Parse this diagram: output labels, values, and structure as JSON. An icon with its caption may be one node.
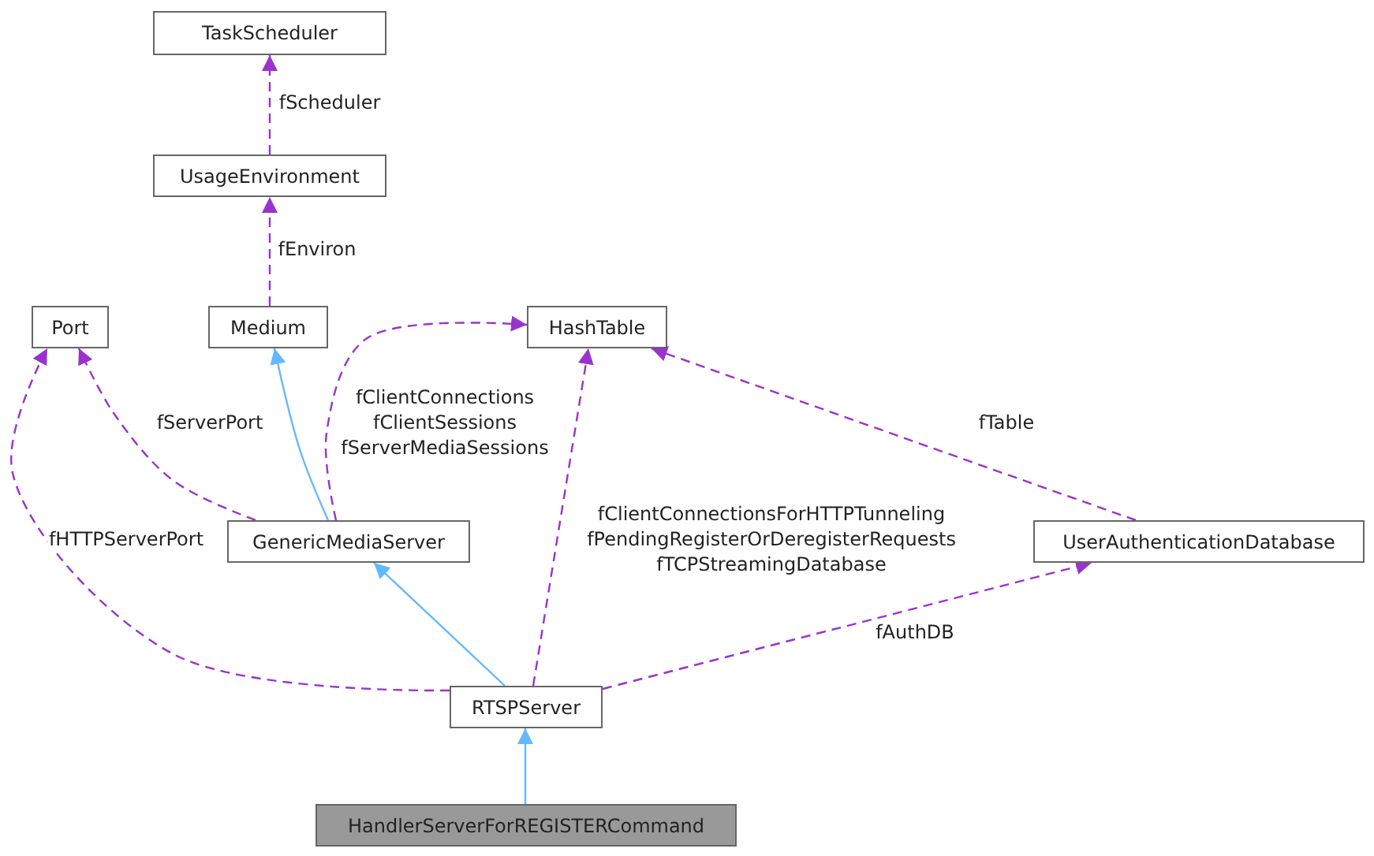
{
  "diagram": {
    "nodes": [
      {
        "text": [
          "TaskScheduler"
        ]
      },
      {
        "text": [
          "UsageEnvironment"
        ]
      },
      {
        "text": [
          "Port"
        ]
      },
      {
        "text": [
          "Medium"
        ]
      },
      {
        "text": [
          "HashTable"
        ]
      },
      {
        "text": [
          "GenericMediaServer"
        ]
      },
      {
        "text": [
          "UserAuthenticationDatabase"
        ]
      },
      {
        "text": [
          "RTSPServer"
        ]
      },
      {
        "text": [
          "HandlerServerForREGISTERCommand"
        ]
      }
    ],
    "edges": [
      {
        "from": 1,
        "to": 0,
        "arrow": "to",
        "label": "fScheduler",
        "style": "dashed"
      },
      {
        "from": 3,
        "to": 1,
        "arrow": "to",
        "label": "fEnviron",
        "style": "dashed"
      },
      {
        "from": 5,
        "to": 3,
        "arrow": "to",
        "color": "#63b8ff"
      },
      {
        "from": 5,
        "to": 2,
        "arrow": "to",
        "label": "fServerPort",
        "style": "dashed"
      },
      {
        "from": 5,
        "to": 4,
        "arrow": "to",
        "label": "fClientConnections fClientSessions fServerMediaSessions",
        "style": "dashed"
      },
      {
        "from": 7,
        "to": 5,
        "arrow": "to",
        "color": "#63b8ff"
      },
      {
        "from": 7,
        "to": 2,
        "arrow": "to",
        "label": "fHTTPServerPort",
        "style": "dashed"
      },
      {
        "from": 7,
        "to": 4,
        "arrow": "to",
        "label": "fClientConnectionsForHTTPTunneling fPendingRegisterOrDeregisterRequests fTCPStreamingDatabase",
        "style": "dashed"
      },
      {
        "from": 6,
        "to": 4,
        "arrow": "to",
        "label": "fTable",
        "style": "dashed"
      },
      {
        "from": 7,
        "to": 6,
        "arrow": "to",
        "label": "fAuthDB",
        "style": "dashed"
      },
      {
        "from": 8,
        "to": 7,
        "arrow": "to",
        "color": "#63b8ff"
      }
    ]
  }
}
